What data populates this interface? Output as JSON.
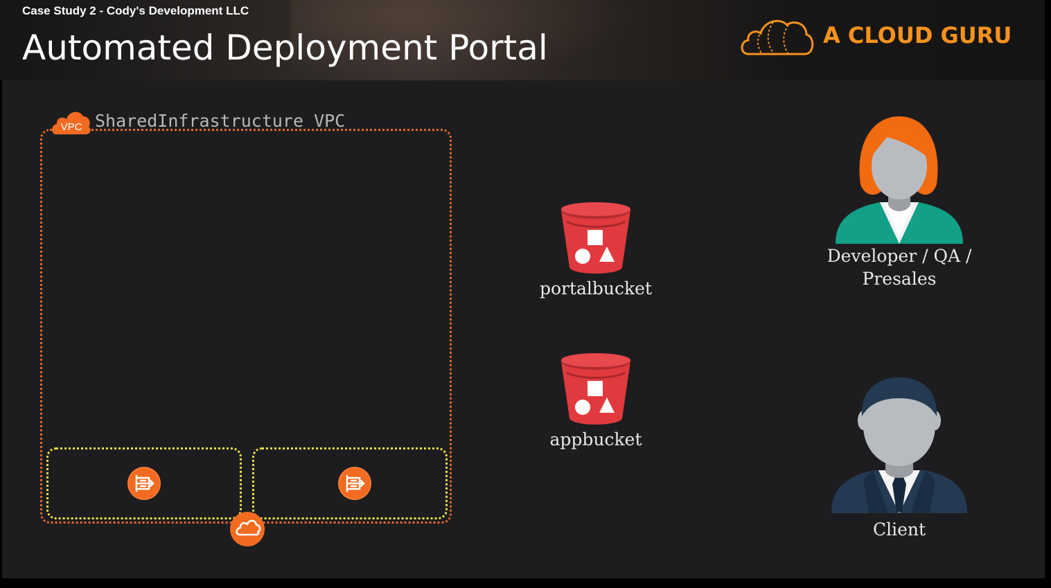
{
  "header": {
    "eyebrow": "Case Study 2 - Cody's Development LLC",
    "title": "Automated Deployment Portal",
    "brand": "A CLOUD GURU"
  },
  "diagram": {
    "vpc": {
      "badge": "VPC",
      "label": "SharedInfrastructure VPC"
    },
    "buckets": [
      {
        "label": "portalbucket",
        "icon": "s3-bucket-icon"
      },
      {
        "label": "appbucket",
        "icon": "s3-bucket-icon"
      }
    ],
    "actors": [
      {
        "label_line1": "Developer / QA /",
        "label_line2": "Presales",
        "icon": "female-user-icon"
      },
      {
        "label": "Client",
        "icon": "male-user-icon"
      }
    ],
    "icons": {
      "nat": "nat-gateway-icon",
      "igw": "internet-gateway-icon"
    }
  },
  "colors": {
    "accent_orange": "#f7921e",
    "vpc_border": "#e8692a",
    "subnet_border": "#f0e24a",
    "bucket_red": "#e03a3e",
    "canvas_bg": "#1d1d1f"
  }
}
